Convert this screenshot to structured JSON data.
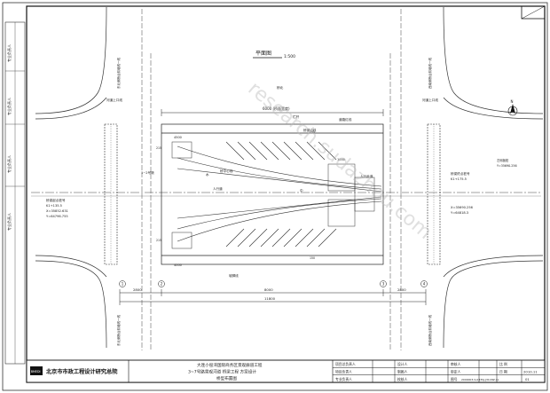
{
  "plan": {
    "title": "平面图",
    "scale": "1:500",
    "north": "N"
  },
  "dims": {
    "top_span": "6000 (桥面宽度)",
    "bottom_left": "2800",
    "bottom_mid": "8000",
    "bottom_right": "2800",
    "bottom_total": "11800",
    "d_4500": "4500",
    "d_4000": "4000",
    "d_1000": "1000",
    "d_215a": "215",
    "d_215b": "215",
    "d_250": "250",
    "d_150": "150"
  },
  "labels": {
    "road_upper_left": "河道上口线",
    "road_upper_right": "河道上口线",
    "pier_label": "1~2号墩",
    "water": "水",
    "railing": "栏杆",
    "bridge_side": "桥梁边线",
    "road_edge": "道路红线",
    "sidewalk": "人行道",
    "slope": "坡脚线",
    "center": "中",
    "arrow_label": "桥北",
    "axis": "桥中心线",
    "side_walk_right": "人行步道",
    "coord_left_a": "K1+135.5",
    "coord_left_b": "X=35852.631",
    "coord_left_c": "Y=64796.755",
    "coord_right_a": "K1+175.5",
    "coord_right_b": "X=35690.256",
    "coord_right_c": "Y=64818.3",
    "coord_right_d": "Y=35690.256",
    "coord_right_tag": "左侧板桩",
    "coord_left_tag": "桥梁起点桩号",
    "coord_right_tag2": "桥梁终点桩号",
    "circle_a": "1",
    "circle_b": "2",
    "circle_c": "3",
    "circle_d": "4",
    "vert_left_1": "东北侧桥台前墙线一线",
    "vert_left_2": "东北侧桥台前墙线一线",
    "vert_right_1": "西南侧桥台前墙线一线",
    "vert_right_2": "西南侧桥台前墙线一线"
  },
  "side_stamp": {
    "items": [
      "专业负责人",
      "专业负责人",
      "专业负责人",
      "专业负责人"
    ]
  },
  "title_block": {
    "company": "北京市市政工程设计研究总院",
    "logo": "BMEDI",
    "project_l1": "大连小窑湾国际商务区景观廊道工程",
    "project_l2": "3~7号路景观河道  桥梁工程  方案设计",
    "project_l3": "桥型布置图",
    "row_labels_a": [
      "项目总负责人",
      "项目负责人",
      "专业负责人"
    ],
    "row_labels_b": [
      "设计人",
      "制图人",
      "校核人"
    ],
    "row_labels_c": [
      "审核人",
      "审定人",
      "图号"
    ],
    "scale_label": "比  例",
    "date_label": "日  期",
    "date_value": "2010.11",
    "drawing_no": "2009003-S-033SJ-J31C8Z.xx",
    "stamp_no": "01"
  },
  "watermark": "research.sudazhou.com"
}
